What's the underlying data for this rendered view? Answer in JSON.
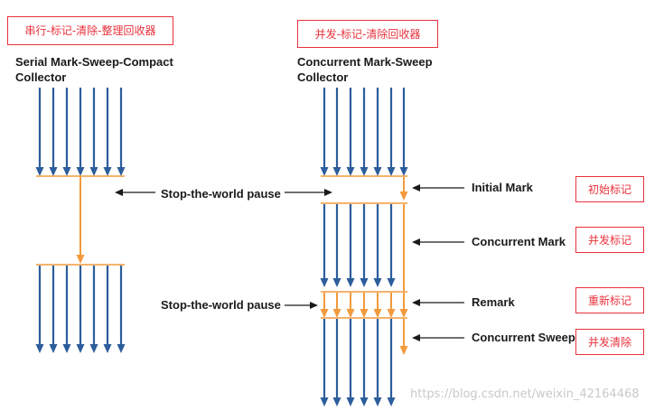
{
  "annotations": {
    "serial": "串行-标记-清除-整理回收器",
    "concurrent": "并发-标记-清除回收器",
    "initial_mark": "初始标记",
    "concurrent_mark": "并发标记",
    "remark": "重新标记",
    "concurrent_sweep": "并发清除"
  },
  "serial_title": "Serial Mark-Sweep-Compact\nCollector",
  "concurrent_title": "Concurrent Mark-Sweep\nCollector",
  "labels": {
    "stw_pause_1": "Stop-the-world pause",
    "stw_pause_2": "Stop-the-world pause",
    "initial_mark": "Initial Mark",
    "concurrent_mark": "Concurrent Mark",
    "remark": "Remark",
    "concurrent_sweep": "Concurrent Sweep"
  },
  "watermark": "https://blog.csdn.net/weixin_42164468",
  "colors": {
    "thread": "#2c5d9c",
    "gc": "#f39a3c",
    "annotation": "#e8323c",
    "label": "#1a1a1a"
  }
}
